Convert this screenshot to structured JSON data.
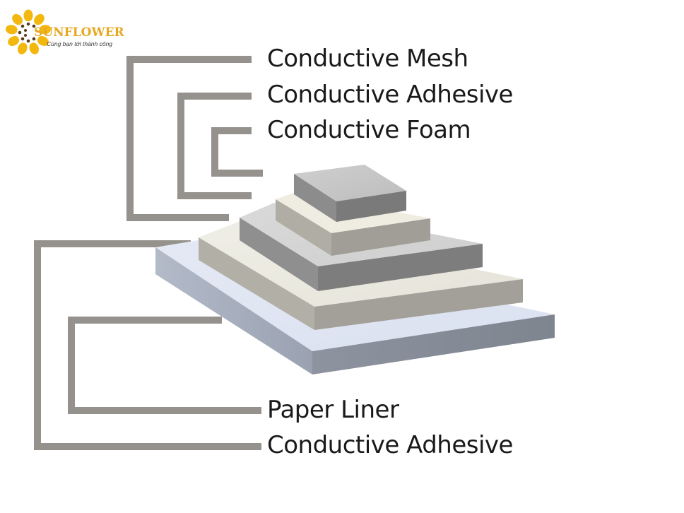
{
  "logo": {
    "brand": "SUNFLOWER",
    "tagline": "Cùng bạn tới thành công",
    "icon": "sunflower-icon",
    "brand_color": "#e7a823"
  },
  "layers_top": [
    "Conductive Mesh",
    "Conductive Adhesive",
    "Conductive Foam"
  ],
  "layers_bottom": [
    "Paper Liner",
    "Conductive Adhesive"
  ],
  "colors": {
    "bracket": "#95928d",
    "label_text": "#1a1a1a",
    "paper_liner": "#dfe5f2",
    "adhesive": "#ecebe1",
    "foam": "#d3d3d3",
    "mesh": "#c7c7c7"
  }
}
